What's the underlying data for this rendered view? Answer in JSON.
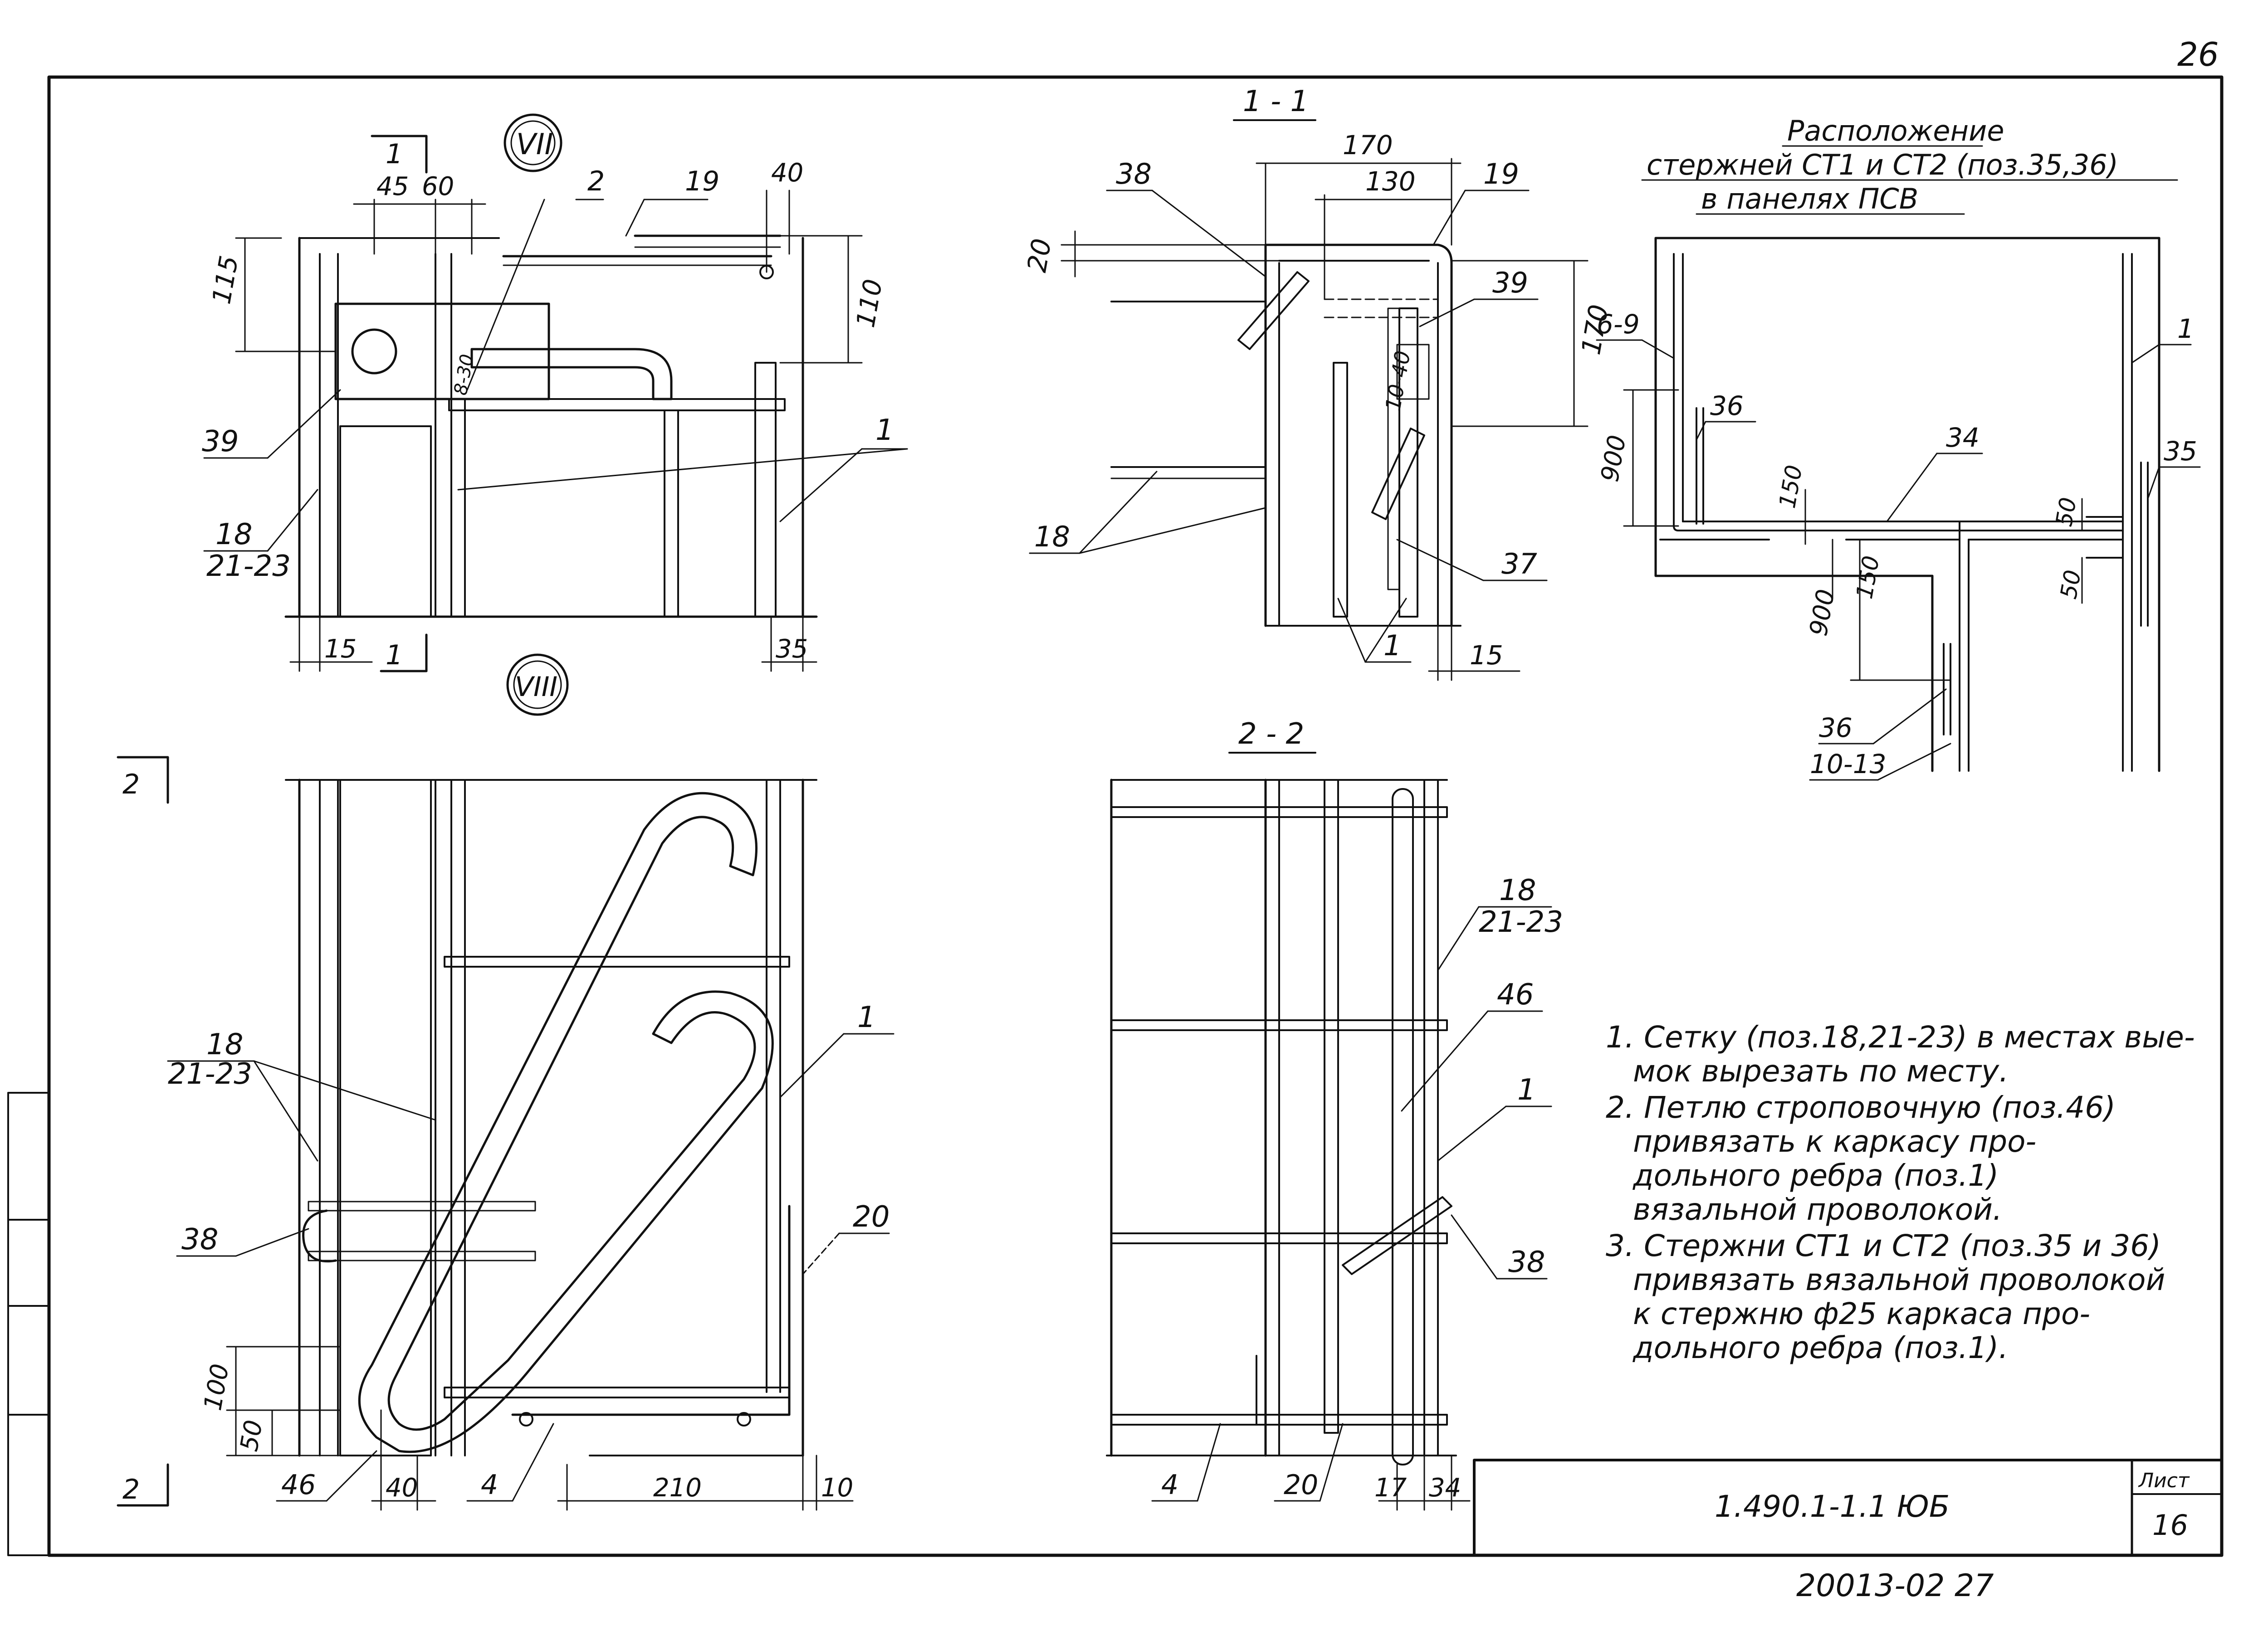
{
  "sheet": {
    "page_number": "26",
    "bottom_code": "20013-02  27",
    "title_block": {
      "drawing_code": "1.490.1-1.1 ЮБ",
      "sheet_label": "Лист",
      "sheet_number": "16"
    }
  },
  "view_vii": {
    "label": "VII",
    "section_mark": "1",
    "dims": {
      "d45": "45",
      "d60": "60",
      "d40": "40",
      "d115": "115",
      "d110": "110",
      "d15": "15",
      "d35": "35",
      "d8_30": "8-30"
    },
    "callouts": {
      "c2": "2",
      "c19": "19",
      "c39": "39",
      "c18": "18",
      "c21_23": "21-23",
      "c1": "1"
    }
  },
  "section_1_1": {
    "title": "1 - 1",
    "dims": {
      "d170_top": "170",
      "d130": "130",
      "d20": "20",
      "d170_side": "170",
      "d10_40": "10-40",
      "d15": "15"
    },
    "callouts": {
      "c38": "38",
      "c19": "19",
      "c39": "39",
      "c18": "18",
      "c37": "37",
      "c1": "1"
    }
  },
  "layout_ct": {
    "title_lines": [
      "Расположение",
      "стержней СТ1 и СТ2 (поз.35,36)",
      "в панелях ПСВ"
    ],
    "dims": {
      "d900_top": "900",
      "d150_top": "150",
      "d50_top": "50",
      "d900_bot": "900",
      "d150_bot": "150",
      "d50_bot": "50"
    },
    "callouts": {
      "c6_9": "6-9",
      "c36_top": "36",
      "c34": "34",
      "c1": "1",
      "c35": "35",
      "c36_bot": "36",
      "c10_13": "10-13"
    }
  },
  "view_viii": {
    "label": "VIII",
    "section_mark": "2",
    "dims": {
      "d100": "100",
      "d50": "50",
      "d40": "40",
      "d210": "210",
      "d10": "10"
    },
    "callouts": {
      "c18": "18",
      "c21_23": "21-23",
      "c38": "38",
      "c1": "1",
      "c20": "20",
      "c46": "46",
      "c4": "4"
    }
  },
  "section_2_2": {
    "title": "2 - 2",
    "dims": {
      "d17": "17",
      "d34": "34"
    },
    "callouts": {
      "c18": "18",
      "c21_23": "21-23",
      "c46": "46",
      "c1": "1",
      "c38": "38",
      "c4": "4",
      "c20": "20"
    }
  },
  "notes": [
    "1. Сетку (поз.18,21-23) в местах вые-",
    "мок вырезать по месту.",
    "2. Петлю строповочную (поз.46)",
    "привязать к каркасу про-",
    "дольного ребра (поз.1)",
    "вязальной проволокой.",
    "3. Стержни СТ1 и СТ2 (поз.35 и 36)",
    "привязать вязальной проволокой",
    "к стержню ф25 каркаса про-",
    "дольного ребра (поз.1)."
  ]
}
